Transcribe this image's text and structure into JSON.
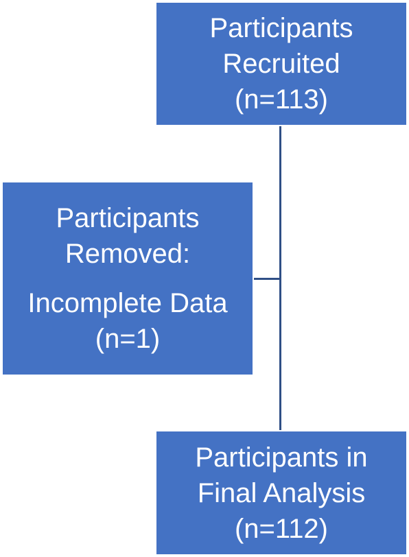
{
  "recruited": {
    "line1": "Participants",
    "line2": "Recruited",
    "line3": "(n=113)"
  },
  "removed": {
    "line1": "Participants",
    "line2": "Removed:",
    "line3": "Incomplete Data",
    "line4": "(n=1)"
  },
  "final": {
    "line1": "Participants in",
    "line2": "Final Analysis",
    "line3": "(n=112)"
  },
  "colors": {
    "box_fill": "#4472c4",
    "connector": "#2f4f86",
    "text": "#ffffff"
  }
}
